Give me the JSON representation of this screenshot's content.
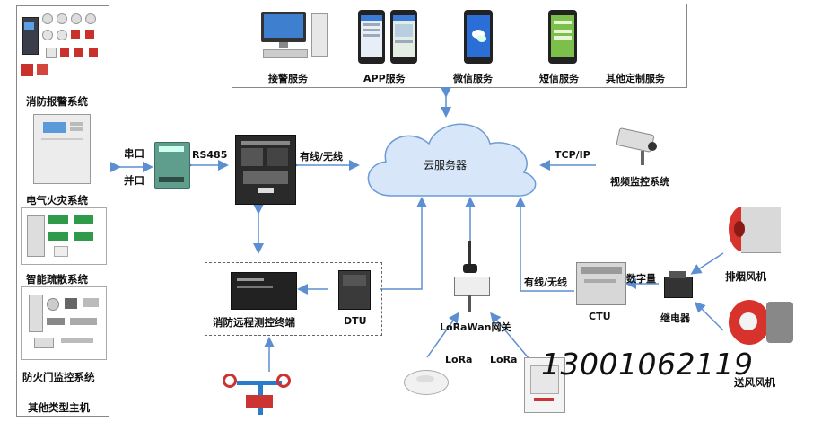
{
  "left_systems": [
    {
      "label": "消防报警系统"
    },
    {
      "label": "电气火灾系统"
    },
    {
      "label": "智能疏散系统"
    },
    {
      "label": "防火门监控系统"
    },
    {
      "label": "其他类型主机"
    }
  ],
  "services": [
    {
      "label": "接警服务"
    },
    {
      "label": "APP服务"
    },
    {
      "label": "微信服务"
    },
    {
      "label": "短信服务"
    },
    {
      "label": "其他定制服务"
    }
  ],
  "labels": {
    "serial": "串口",
    "parallel": "并口",
    "rs485": "RS485",
    "wired_wireless_1": "有线/无线",
    "cloud": "云服务器",
    "tcpip": "TCP/IP",
    "video": "视频监控系统",
    "remote_terminal": "消防远程测控终端",
    "dtu": "DTU",
    "lora_gateway": "LoRaWan网关",
    "wired_wireless_2": "有线/无线",
    "digital": "数字量",
    "ctu": "CTU",
    "relay": "继电器",
    "exhaust_fan": "排烟风机",
    "supply_fan": "送风风机",
    "lora_1": "LoRa",
    "lora_2": "LoRa",
    "phone_number": "13001062119"
  },
  "colors": {
    "line": "#5b8fd1",
    "cloud": "#d7e7f9",
    "cloud_stroke": "#6d9bd3",
    "wechat": "#2b6fd6",
    "sms": "#7cc04b",
    "fan_red": "#d8322c"
  }
}
